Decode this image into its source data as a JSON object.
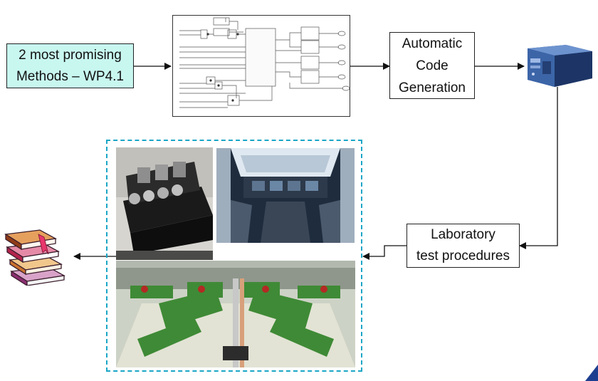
{
  "nodes": {
    "methods": {
      "label": "2 most promising\nMethods – WP4.1",
      "fill": "#c8f7f0"
    },
    "codegen": {
      "label": "Automatic\nCode\nGeneration"
    },
    "lab_tests": {
      "label": "Laboratory\ntest procedures"
    }
  },
  "icons": {
    "block_diagram": "simulink-block-diagram-icon",
    "computer_unit": "flight-computer-unit-icon",
    "books": "book-stack-icon",
    "flight_rig": "flight-control-rig-photo",
    "cockpit": "cockpit-simulator-photo",
    "test_bench": "iron-bird-test-bench-photo"
  },
  "colors": {
    "dashed_frame": "#1aa6c6",
    "methods_fill": "#c8f7f0",
    "arrow": "#111111"
  }
}
